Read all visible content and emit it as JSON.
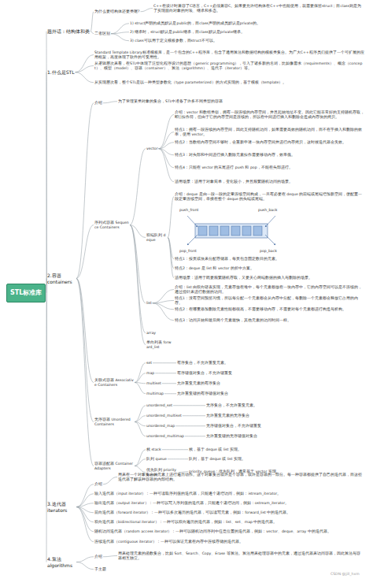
{
  "diagram": {
    "nodes": [
      {
        "text": [
          "STL标准库"
        ]
      },
      {
        "text": [
          "题外话：结构体和类"
        ]
      },
      {
        "text": [
          "为什么要结构体还要类呢?"
        ]
      },
      {
        "text": [
          "C++在设计时兼容了C语言，C++必须兼容C。如果要允许结构体在C++中也能使用，就需要保留struct；而class则是为了实现面向对象的封装、继承和多态。"
        ]
      },
      {
        "text": [
          "二者区别"
        ]
      },
      {
        "text": [
          "1) struct声明的成员默认是public的，而class声明的成员默认是private的。"
        ]
      },
      {
        "text": [
          "2) 继承时，struct默认是public继承，而class默认是private继承。"
        ]
      },
      {
        "text": [
          "3) class可以用于定义模板参数，而struct不可以。"
        ]
      },
      {
        "text": [
          "1.什么是STL"
        ]
      },
      {
        "text": [
          "Standard Template Library标准模板库，是一个包含的C++程序库，包含了通用算法和数据结构的模板类集合。为广大C++程序员们提供了一个可扩展的应用框架，高度体现了软件的可复用性。"
        ]
      },
      {
        "text": [
          "从逻辑层次来看，在STL中体现了泛型化程序设计的思想（generic programming），引入了诸多新的名词，比如像需求（requirements）、概念（concept）、模型（model）、容器（container）、算法（algorithmn）、迭代子（iterator）等。"
        ]
      },
      {
        "text": [
          "从实现层次看，整个STL是以一种类型参数化（type parameterized）的方式实现的，基于模板（template）。"
        ]
      },
      {
        "text": [
          "2.容器 containers"
        ]
      },
      {
        "text": [
          "介绍"
        ]
      },
      {
        "text": [
          "为了管理某类对象的集合，STL中准备了许多不同类型的容器"
        ]
      },
      {
        "text": [
          "序列式容器 Sequence Containers"
        ]
      },
      {
        "text": [
          "vector"
        ]
      },
      {
        "text": [
          "介绍：vector 和数组类似，拥有一段连续的内存空间，并且起始地址不变。因此它能非常好的支持随机存取，即[]操作符，但由于它的内存空间是连续的，所以在中间进行插入和删除会造成内存块的拷贝。"
        ]
      },
      {
        "text": [
          "特点1：拥有一段连续的内存空间，因此支持随机访问，如果需要高效的随机访问，而不在乎插入和删除的效率，使用 vector。"
        ]
      },
      {
        "text": [
          "特点2：当数组内存空间不够时，会重新申请一块内存空间并进行内存拷贝，这时候迭代器会失效。"
        ]
      },
      {
        "text": [
          "特点3：对头部和中间进行插入删除元素操作需要移动内存，效率低。"
        ]
      },
      {
        "text": [
          "特点4：只能在 vector 的末尾进行 push 和 pop，不能在头部进行。"
        ]
      },
      {
        "text": [
          "适用场景：适用于对象简单，变化较小，并且频繁随机访问的场景。"
        ]
      },
      {
        "text": [
          "双端队列 deque"
        ]
      },
      {
        "text": [
          "介绍：deque 是由一段一段的定量连续空间构成，一旦有必要在 deque 的前端或尾端增加新空间，便配置一段定量连续空间，串接在整个 deque 的头端或尾端。"
        ]
      },
      {
        "text": [
          "特点1：按页或块来分配存储器，每页包含固定数目的元素。"
        ]
      },
      {
        "text": [
          "特点2：deque 是 list 和 vector 的折中方案。"
        ]
      },
      {
        "text": [
          "适用场景：适用于既要频繁随机存取，又要关心两端数据的插入与删除的场景。"
        ]
      },
      {
        "text": [
          "list"
        ]
      },
      {
        "text": [
          "介绍：list 由双向链表实现，元素存放在堆中，每个元素都放在一块内存中，它的内存空间可以是不连续的，通过指针来进行数据的访问。"
        ]
      },
      {
        "text": [
          "特点1：没有空间预留习惯，所以每分配一个元素都会从内存中分配，每删除一个元素都会释放它占用的内存。"
        ]
      },
      {
        "text": [
          "特点2：在哪里添加删除元素性能都很高，不需要移动内存，不需要对每个元素都进行构造与析构。"
        ]
      },
      {
        "text": [
          "特点3：访问开始和最后两个元素最快，其他元素的访问时间一样。"
        ]
      },
      {
        "text": [
          "array"
        ]
      },
      {
        "text": [
          "单向列表 forward_list"
        ]
      },
      {
        "text": [
          "关联式容器 Associative Containers"
        ]
      },
      {
        "text": [
          "set"
        ]
      },
      {
        "text": [
          "有序集合，不允许重复元素。"
        ]
      },
      {
        "text": [
          "map"
        ]
      },
      {
        "text": [
          "有序键值对集合，不允许键重复"
        ]
      },
      {
        "text": [
          "multiset"
        ]
      },
      {
        "text": [
          "允许重复元素的有序集合"
        ]
      },
      {
        "text": [
          "multimap"
        ]
      },
      {
        "text": [
          "允许重复键的有序键值对集合"
        ]
      },
      {
        "text": [
          "无序容器 Unordered Containers"
        ]
      },
      {
        "text": [
          "unordered_set"
        ]
      },
      {
        "text": [
          "无序集合，不允许重复元素。"
        ]
      },
      {
        "text": [
          "unordered_multiset"
        ]
      },
      {
        "text": [
          "允许重复元素的无序集合"
        ]
      },
      {
        "text": [
          "unordered_map"
        ]
      },
      {
        "text": [
          "无序键值对集合，不允许键重复"
        ]
      },
      {
        "text": [
          "unordered_multimap"
        ]
      },
      {
        "text": [
          "允许重复键的无序键值对集合"
        ]
      },
      {
        "text": [
          "容器适配器 Container Adapters"
        ]
      },
      {
        "text": [
          "栈 stack"
        ]
      },
      {
        "text": [
          "栈，基于 deque 或 list 实现。"
        ]
      },
      {
        "text": [
          "队列 queue"
        ]
      },
      {
        "text": [
          "队列，基于 deque 或 list 实现。"
        ]
      },
      {
        "text": [
          "优先队列 priority queue"
        ]
      },
      {
        "text": [
          "priority_queue：优先队列，通常基于 vector 实现。"
        ]
      },
      {
        "text": [
          "3.迭代器 iterators"
        ]
      },
      {
        "text": [
          "介绍"
        ]
      },
      {
        "text": [
          "用来在一个对象集合的元素上进行遍历动作。这个对象集合或许是个容器，或许是容器的一部分。每一种容器都提供了自己的迭代器，而这些迭代器了解该种容器的内部结构。"
        ]
      },
      {
        "text": [
          "输入迭代器（input iterator）：一种可读取序列值的迭代器，只能逐个递增访问，例如：istream_iterator。"
        ]
      },
      {
        "text": [
          "输出迭代器（output iterator）：一种可以写入序列值的迭代器，只能逐个递增访问，例如：ostream_iterator。"
        ]
      },
      {
        "text": [
          "前向迭代器（forward iterator）：一种可以多次遍历的迭代器，可以读写元素，例如：forward_list 中的迭代器。"
        ]
      },
      {
        "text": [
          "双向迭代器（bidirectional iterator）：一种可以双向遍历的迭代器，例如：list、set、map 中的迭代器。"
        ]
      },
      {
        "text": [
          "随机访问迭代器（random access iterator）：一种可以随机访问序列中任意位置的迭代器，例如：vector、deque、array 中的迭代器。"
        ]
      },
      {
        "text": [
          "连续迭代器（contiguous iterator）：一种可以保证元素在内存中连续存储的迭代器。"
        ]
      },
      {
        "text": [
          "4.算法 algorithms"
        ]
      },
      {
        "text": [
          "介绍"
        ]
      },
      {
        "text": [
          "用来处理元素的函数集合，比如 Sort、Search、Copy、Erase 等算法。算法用来处理容器中的元素，通过迭代器来访问容器，因此算法与容器相互独立。"
        ]
      },
      {
        "text": [
          "子主题"
        ]
      }
    ],
    "edges": [
      {
        "from": 0,
        "to": 1,
        "arrow": "none"
      },
      {
        "from": 0,
        "to": 8,
        "arrow": "none"
      },
      {
        "from": 0,
        "to": 12,
        "arrow": "none"
      },
      {
        "from": 0,
        "to": 60,
        "arrow": "none"
      },
      {
        "from": 0,
        "to": 69,
        "arrow": "none"
      },
      {
        "from": 1,
        "to": 2,
        "arrow": "none"
      },
      {
        "from": 2,
        "to": 3,
        "arrow": "none"
      },
      {
        "from": 1,
        "to": 4,
        "arrow": "none"
      },
      {
        "from": 4,
        "to": 5,
        "arrow": "none"
      },
      {
        "from": 4,
        "to": 6,
        "arrow": "none"
      },
      {
        "from": 4,
        "to": 7,
        "arrow": "none"
      },
      {
        "from": 8,
        "to": 9,
        "arrow": "none"
      },
      {
        "from": 8,
        "to": 10,
        "arrow": "none"
      },
      {
        "from": 8,
        "to": 11,
        "arrow": "none"
      },
      {
        "from": 12,
        "to": 13,
        "arrow": "none"
      },
      {
        "from": 13,
        "to": 14,
        "arrow": "none"
      },
      {
        "from": 12,
        "to": 15,
        "arrow": "none"
      },
      {
        "from": 12,
        "to": 35,
        "arrow": "none"
      },
      {
        "from": 12,
        "to": 44,
        "arrow": "none"
      },
      {
        "from": 12,
        "to": 53,
        "arrow": "none"
      },
      {
        "from": 15,
        "to": 16,
        "arrow": "none"
      },
      {
        "from": 16,
        "to": 17,
        "arrow": "none"
      },
      {
        "from": 16,
        "to": 18,
        "arrow": "none"
      },
      {
        "from": 16,
        "to": 19,
        "arrow": "none"
      },
      {
        "from": 16,
        "to": 20,
        "arrow": "none"
      },
      {
        "from": 16,
        "to": 21,
        "arrow": "none"
      },
      {
        "from": 16,
        "to": 22,
        "arrow": "none"
      },
      {
        "from": 15,
        "to": 23,
        "arrow": "none"
      },
      {
        "from": 23,
        "to": 24,
        "arrow": "none"
      },
      {
        "from": 23,
        "to": 25,
        "arrow": "none"
      },
      {
        "from": 23,
        "to": 26,
        "arrow": "none"
      },
      {
        "from": 23,
        "to": 27,
        "arrow": "none"
      },
      {
        "from": 15,
        "to": 28,
        "arrow": "none"
      },
      {
        "from": 28,
        "to": 29,
        "arrow": "none"
      },
      {
        "from": 28,
        "to": 30,
        "arrow": "none"
      },
      {
        "from": 28,
        "to": 31,
        "arrow": "none"
      },
      {
        "from": 28,
        "to": 32,
        "arrow": "none"
      },
      {
        "from": 15,
        "to": 33,
        "arrow": "none"
      },
      {
        "from": 15,
        "to": 34,
        "arrow": "none"
      },
      {
        "from": 35,
        "to": 36,
        "arrow": "none"
      },
      {
        "from": 36,
        "to": 37,
        "arrow": "none"
      },
      {
        "from": 35,
        "to": 38,
        "arrow": "none"
      },
      {
        "from": 38,
        "to": 39,
        "arrow": "none"
      },
      {
        "from": 35,
        "to": 40,
        "arrow": "none"
      },
      {
        "from": 40,
        "to": 41,
        "arrow": "none"
      },
      {
        "from": 35,
        "to": 42,
        "arrow": "none"
      },
      {
        "from": 42,
        "to": 43,
        "arrow": "none"
      },
      {
        "from": 44,
        "to": 45,
        "arrow": "none"
      },
      {
        "from": 45,
        "to": 46,
        "arrow": "none"
      },
      {
        "from": 44,
        "to": 47,
        "arrow": "none"
      },
      {
        "from": 47,
        "to": 48,
        "arrow": "none"
      },
      {
        "from": 44,
        "to": 49,
        "arrow": "none"
      },
      {
        "from": 49,
        "to": 50,
        "arrow": "none"
      },
      {
        "from": 44,
        "to": 51,
        "arrow": "none"
      },
      {
        "from": 51,
        "to": 52,
        "arrow": "none"
      },
      {
        "from": 53,
        "to": 54,
        "arrow": "none"
      },
      {
        "from": 54,
        "to": 55,
        "arrow": "none"
      },
      {
        "from": 53,
        "to": 56,
        "arrow": "none"
      },
      {
        "from": 56,
        "to": 57,
        "arrow": "none"
      },
      {
        "from": 53,
        "to": 58,
        "arrow": "none"
      },
      {
        "from": 58,
        "to": 59,
        "arrow": "none"
      },
      {
        "from": 60,
        "to": 61,
        "arrow": "none"
      },
      {
        "from": 61,
        "to": 62,
        "arrow": "none"
      },
      {
        "from": 60,
        "to": 63,
        "arrow": "none"
      },
      {
        "from": 60,
        "to": 64,
        "arrow": "none"
      },
      {
        "from": 60,
        "to": 65,
        "arrow": "none"
      },
      {
        "from": 60,
        "to": 66,
        "arrow": "none"
      },
      {
        "from": 60,
        "to": 67,
        "arrow": "none"
      },
      {
        "from": 60,
        "to": 68,
        "arrow": "none"
      },
      {
        "from": 69,
        "to": 70,
        "arrow": "none"
      },
      {
        "from": 70,
        "to": 71,
        "arrow": "none"
      },
      {
        "from": 69,
        "to": 72,
        "arrow": "none"
      }
    ],
    "labels": [
      "push_front",
      "push_back",
      "pop_front",
      "pop_back",
      "CSDN @jill_hxm"
    ]
  }
}
